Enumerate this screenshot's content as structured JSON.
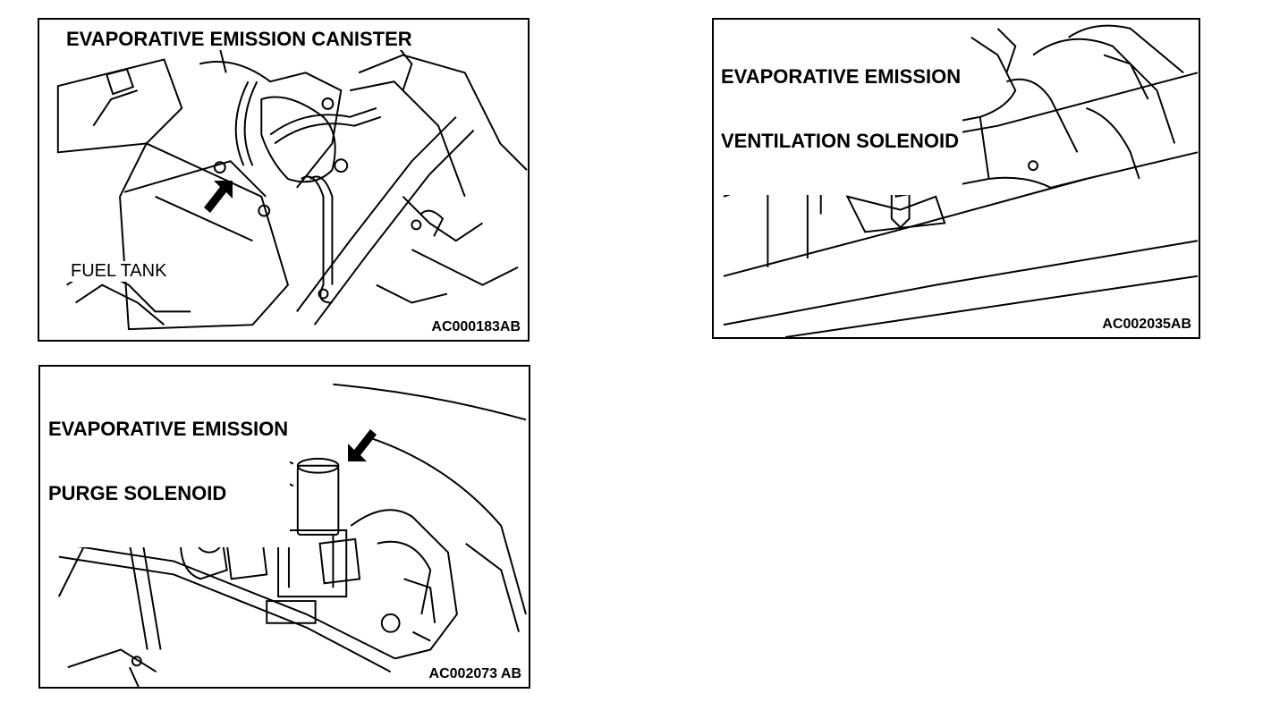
{
  "figures": [
    {
      "title": "EVAPORATIVE EMISSION CANISTER",
      "callout": "FUEL TANK",
      "code": "AC000183AB"
    },
    {
      "title_line1": "EVAPORATIVE EMISSION",
      "title_line2": "VENTILATION SOLENOID",
      "code": "AC002035AB"
    },
    {
      "title_line1": "EVAPORATIVE EMISSION",
      "title_line2": "PURGE SOLENOID",
      "code": "AC002073 AB"
    }
  ],
  "icons": {
    "arrow": "pointer-arrow-icon"
  },
  "colors": {
    "ink": "#000000",
    "paper": "#ffffff"
  }
}
